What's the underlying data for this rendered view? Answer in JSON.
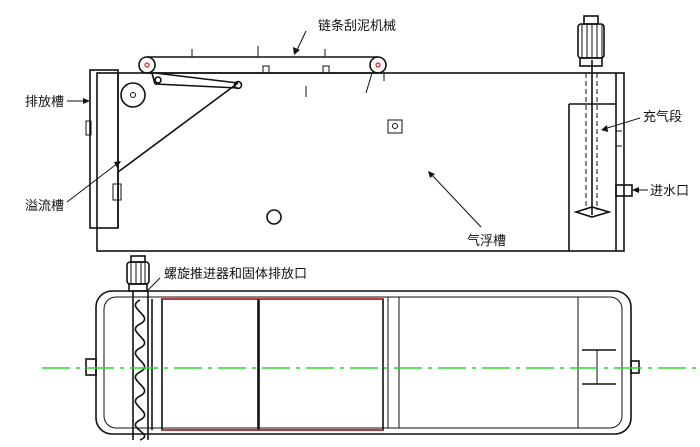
{
  "labels": {
    "chain_scraper": "链条刮泥机械",
    "discharge_tank": "排放槽",
    "aeration_section": "充气段",
    "overflow_tank": "溢流槽",
    "inlet": "进水口",
    "flotation_tank": "气浮槽",
    "screw_propeller": "螺旋推进器和固体排放口"
  },
  "colors": {
    "line": "#111111",
    "centerline": "#2bd92b",
    "accent_red": "#dd2222"
  },
  "icons": {
    "motor": "motor-icon",
    "sprocket": "sprocket-wheel-icon",
    "impeller": "impeller-icon"
  }
}
